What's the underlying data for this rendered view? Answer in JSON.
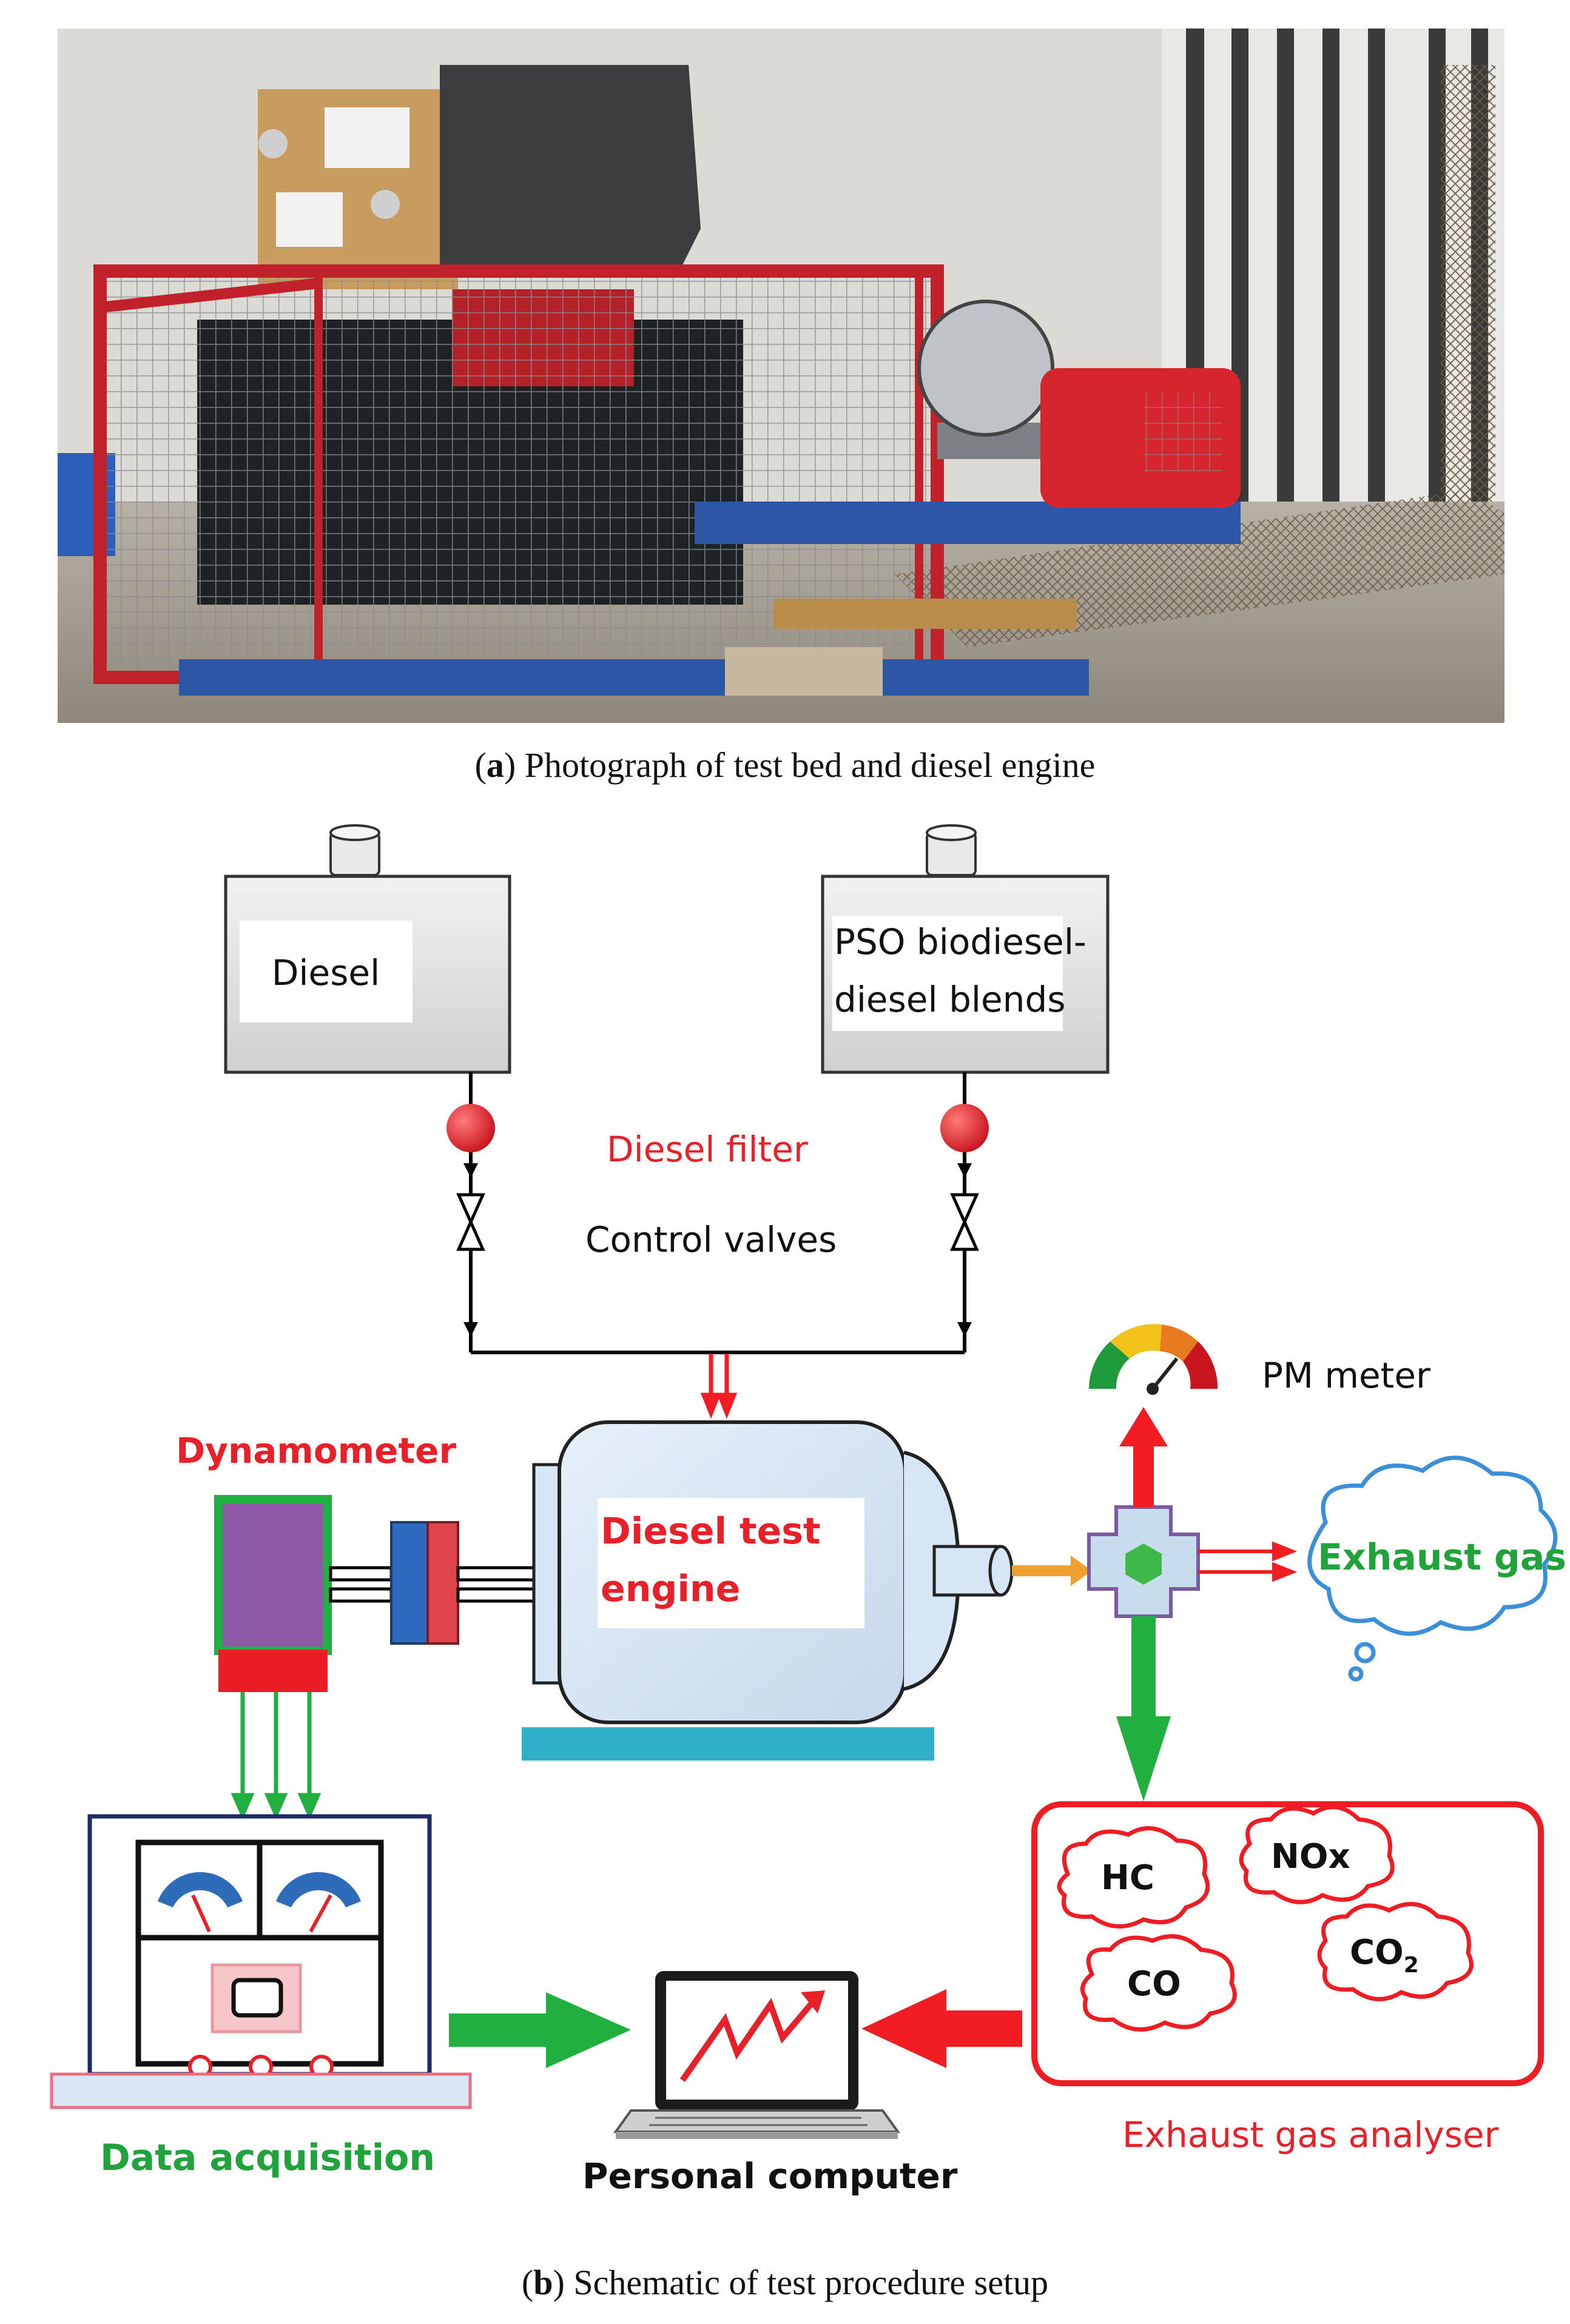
{
  "captions": {
    "a_letter": "a",
    "a_text": "Photograph of test bed and diesel engine",
    "b_letter": "b",
    "b_text": "Schematic of test procedure setup"
  },
  "diagram": {
    "tank_diesel": "Diesel",
    "tank_blend_line1": "PSO biodiesel-",
    "tank_blend_line2": "diesel blends",
    "diesel_filter": "Diesel filter",
    "control_valves": "Control valves",
    "pm_meter": "PM meter",
    "dynamometer": "Dynamometer",
    "engine_line1": "Diesel test",
    "engine_line2": "engine",
    "exhaust_gas": "Exhaust gas",
    "gas_hc": "HC",
    "gas_nox": "NOx",
    "gas_co": "CO",
    "gas_co2": "CO",
    "gas_co2_sub": "2",
    "data_acquisition": "Data acquisition",
    "personal_computer": "Personal computer",
    "exhaust_gas_analyser": "Exhaust gas analyser"
  },
  "colors": {
    "red_label": "#e8202a",
    "green_label": "#1fa33a",
    "arrow_red": "#f21d23",
    "arrow_green": "#21b040",
    "arrow_orange": "#f0a030",
    "dyno_purple": "#8e5aa8",
    "engine_blue": "#d6e6f4",
    "base_teal": "#2fb0c8"
  }
}
